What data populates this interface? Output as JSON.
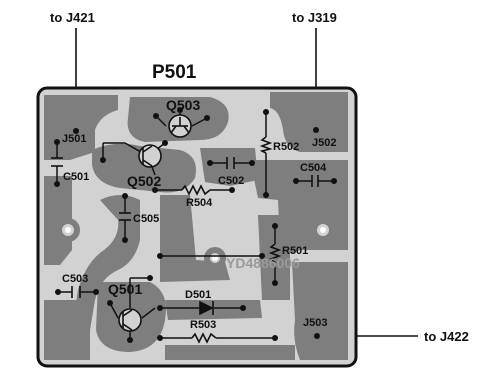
{
  "board": {
    "title": "P501",
    "serial": "YD4886006"
  },
  "external_labels": {
    "to_j421": "to J421",
    "to_j319": "to J319",
    "to_j422": "to J422"
  },
  "connectors": {
    "j501": "J501",
    "j502": "J502",
    "j503": "J503"
  },
  "components": {
    "q501": "Q501",
    "q502": "Q502",
    "q503": "Q503",
    "c501": "C501",
    "c502": "C502",
    "c503": "C503",
    "c504": "C504",
    "c505": "C505",
    "r501": "R501",
    "r502": "R502",
    "r503": "R503",
    "r504": "R504",
    "d501": "D501"
  },
  "colors": {
    "board_fill": "#d2d2d2",
    "copper": "#7e7e7e",
    "ink": "#111111"
  }
}
